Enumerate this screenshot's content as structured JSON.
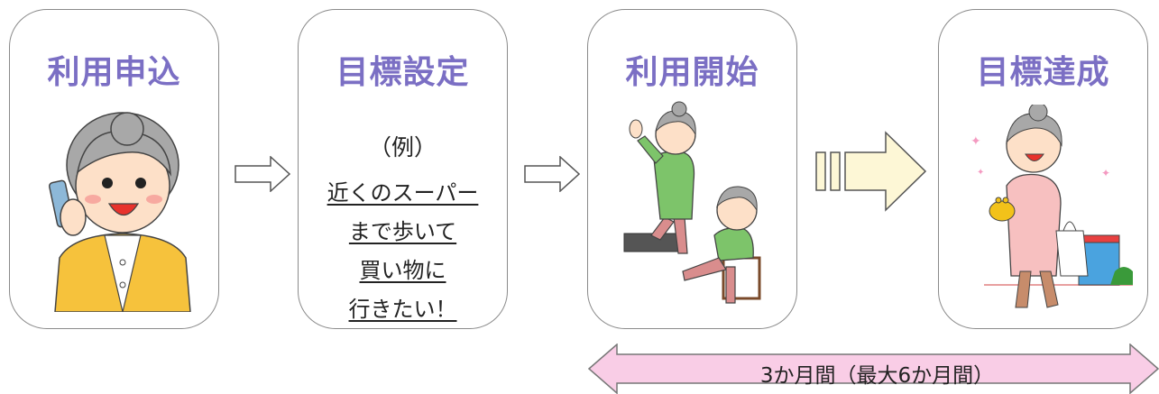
{
  "steps": [
    {
      "title": "利用申込"
    },
    {
      "title": "目標設定",
      "example_label": "（例）",
      "goal_lines": [
        "近くのスーパー",
        "まで歩いて",
        "買い物に",
        "行きたい！"
      ]
    },
    {
      "title": "利用開始"
    },
    {
      "title": "目標達成"
    }
  ],
  "period": {
    "label": "3か月間（最大6か月間）"
  },
  "colors": {
    "title": "#7b6fc4",
    "period_band": "#f9cde6",
    "big_arrow": "#fdf7d6"
  },
  "icons": [
    "phone-call-illustration",
    "exercise-illustration",
    "shopping-illustration",
    "arrow-right-icon"
  ]
}
